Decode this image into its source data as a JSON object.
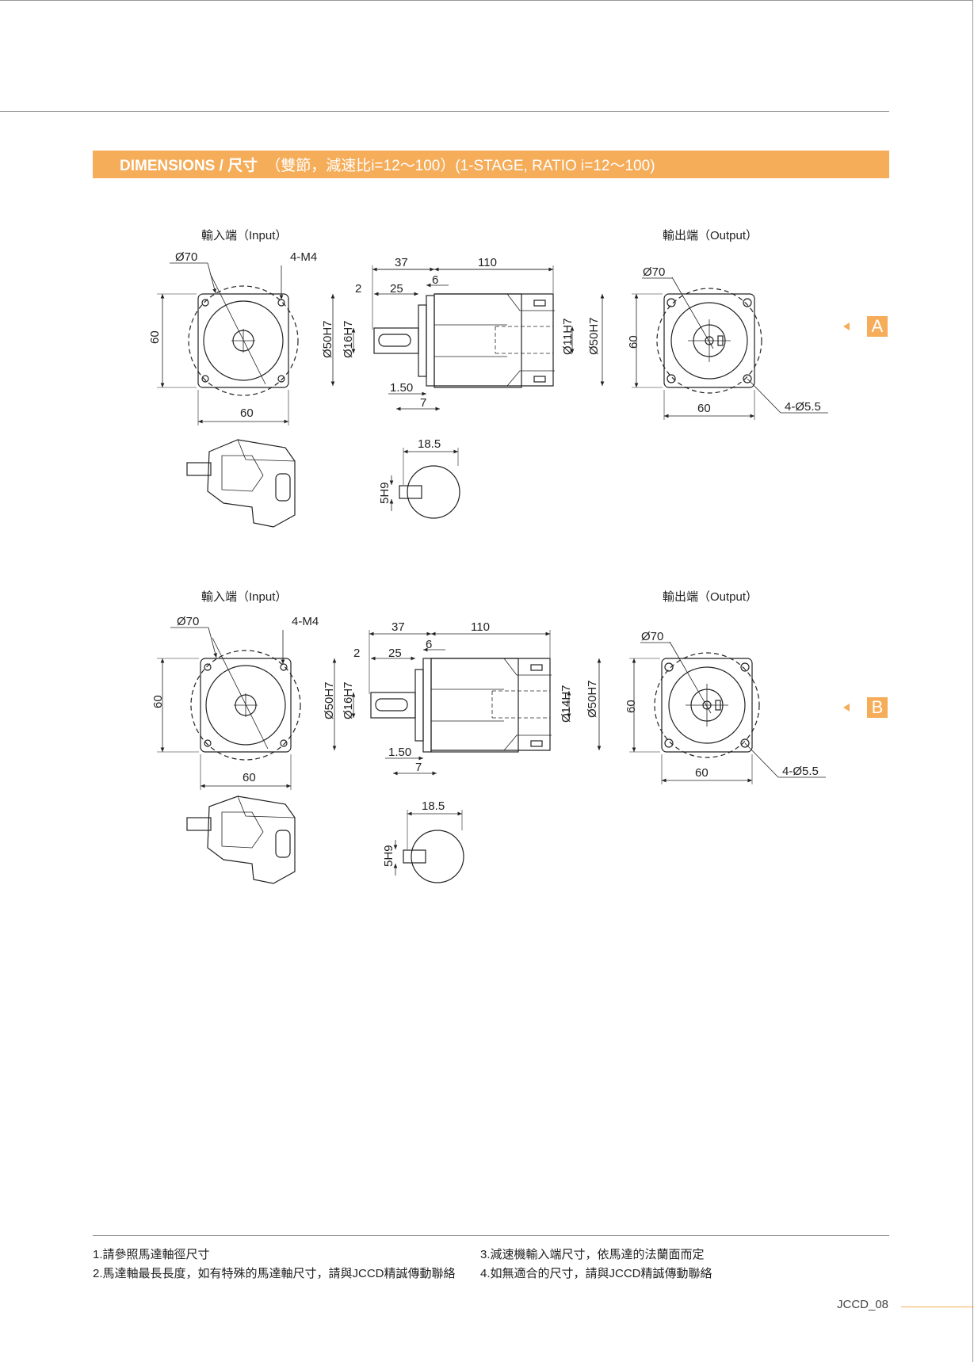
{
  "header": {
    "title_main": "DIMENSIONS / 尺寸",
    "title_sub": "（雙節，減速比i=12～100）(1-STAGE, RATIO i=12～100)"
  },
  "sections": [
    {
      "tag": "A",
      "input_title": "輸入端（Input）",
      "output_title": "輸出端（Output）",
      "input": {
        "pcd": "Ø70",
        "bolt": "4-M4",
        "height": "60",
        "width": "60"
      },
      "side": {
        "len_a": "37",
        "len_b": "110",
        "d1": "2",
        "d2": "25",
        "d3": "6",
        "pilot_in": "Ø50H7",
        "bore_in": "Ø16H7",
        "bore_out": "Ø11H7",
        "pilot_out": "Ø50H7",
        "gap": "1.50",
        "flange": "7"
      },
      "key": {
        "width": "18.5",
        "slot": "5H9"
      },
      "output": {
        "pcd": "Ø70",
        "height": "60",
        "width": "60",
        "holes": "4-Ø5.5"
      }
    },
    {
      "tag": "B",
      "input_title": "輸入端（Input）",
      "output_title": "輸出端（Output）",
      "input": {
        "pcd": "Ø70",
        "bolt": "4-M4",
        "height": "60",
        "width": "60"
      },
      "side": {
        "len_a": "37",
        "len_b": "110",
        "d1": "2",
        "d2": "25",
        "d3": "6",
        "pilot_in": "Ø50H7",
        "bore_in": "Ø16H7",
        "bore_out": "Ø14H7",
        "pilot_out": "Ø50H7",
        "gap": "1.50",
        "flange": "7"
      },
      "key": {
        "width": "18.5",
        "slot": "5H9"
      },
      "output": {
        "pcd": "Ø70",
        "height": "60",
        "width": "60",
        "holes": "4-Ø5.5"
      }
    }
  ],
  "notes": {
    "left": [
      "1.請參照馬達軸徑尺寸",
      "2.馬達軸最長長度，如有特殊的馬達軸尺寸，請與JCCD精誠傳動聯絡"
    ],
    "right": [
      "3.減速機輸入端尺寸，依馬達的法蘭面而定",
      "4.如無適合的尺寸，請與JCCD精誠傳動聯絡"
    ]
  },
  "footer": {
    "page": "JCCD_08"
  },
  "colors": {
    "accent": "#f5ad5a",
    "line": "#222222"
  }
}
